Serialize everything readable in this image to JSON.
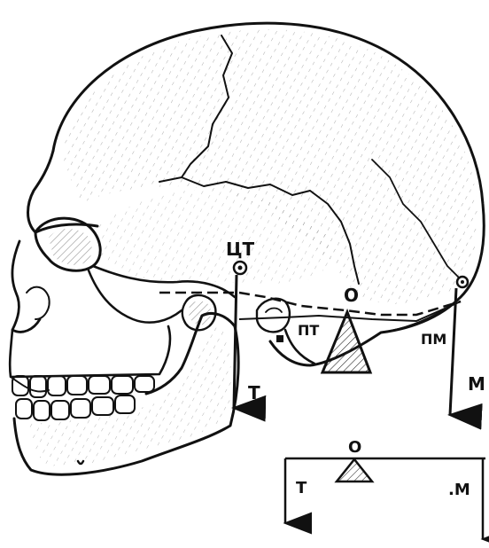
{
  "diagram": {
    "labels": {
      "center_of_gravity": "ЦТ",
      "fulcrum": "О",
      "head_weight_force": "Т",
      "muscle_force": "М",
      "gravity_arm": "ПТ",
      "muscle_arm": "ПМ"
    },
    "lever_scheme": {
      "fulcrum": "О",
      "left_force": "Т",
      "right_force": ".М"
    }
  }
}
